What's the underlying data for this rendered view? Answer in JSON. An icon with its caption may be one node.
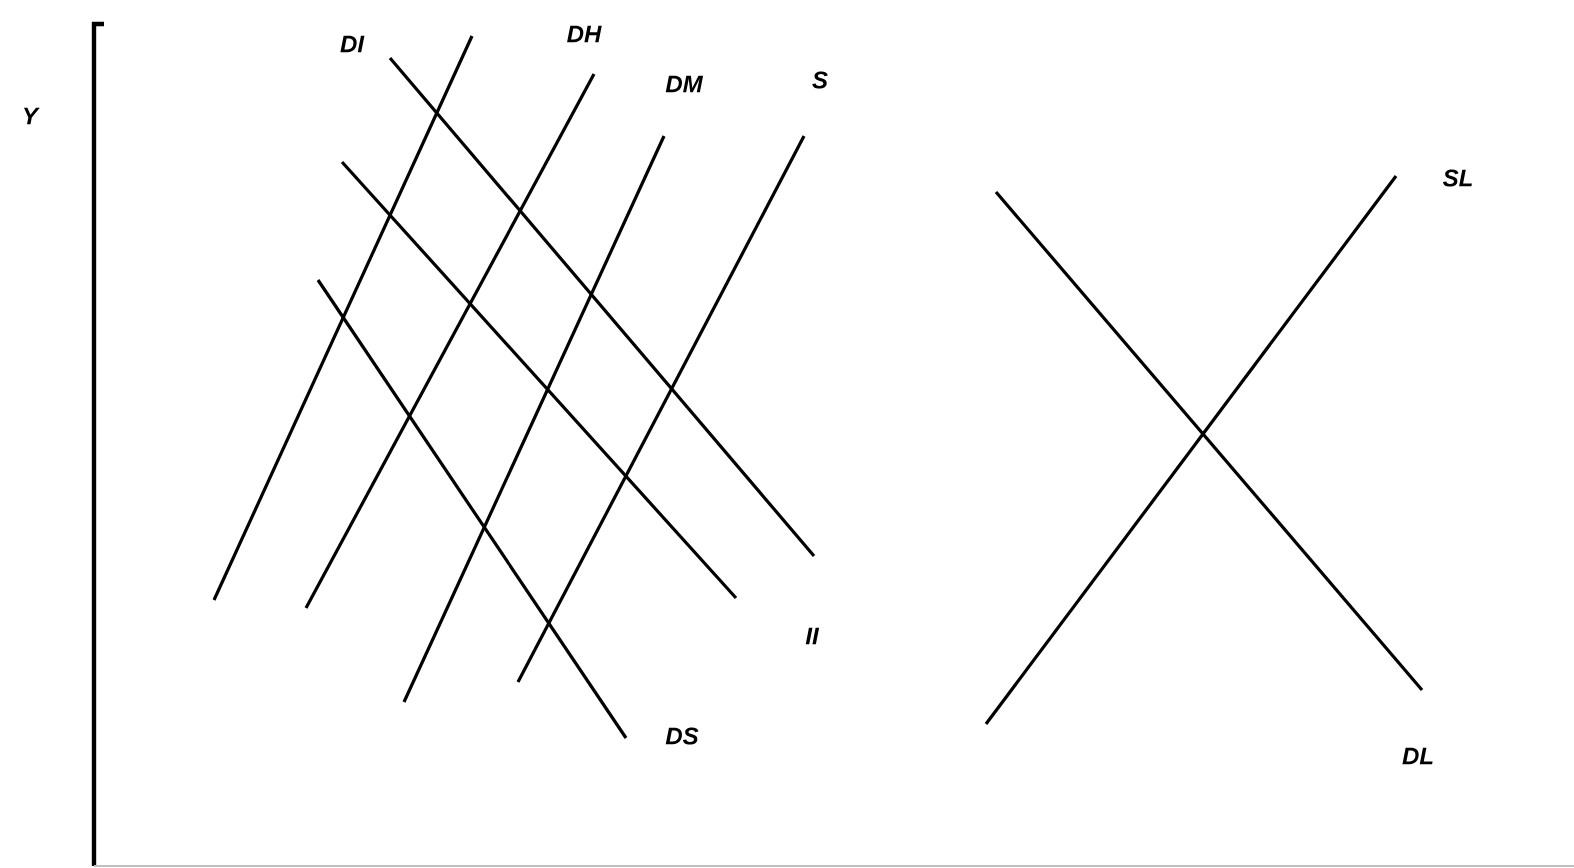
{
  "diagram": {
    "labels": [
      "DH",
      "DI",
      "DM",
      "S",
      "Y",
      "SL",
      "II",
      "DS",
      "DL"
    ]
  }
}
